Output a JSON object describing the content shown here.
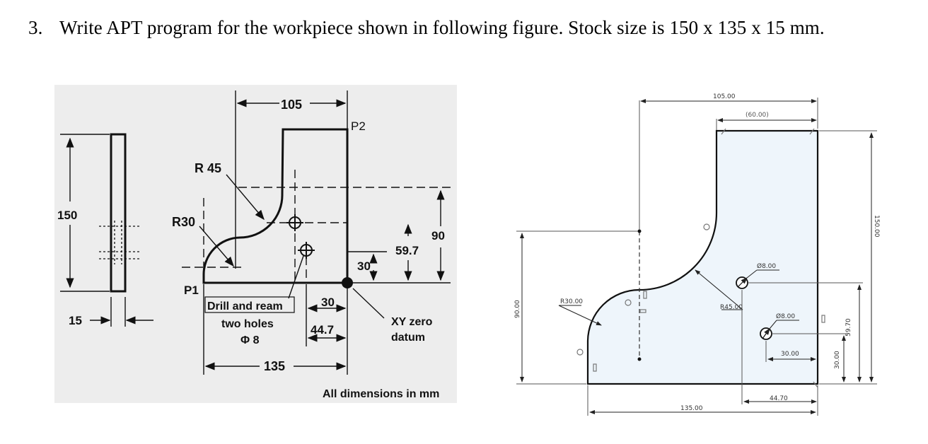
{
  "question": {
    "number": "3.",
    "text": "Write APT program for the workpiece shown in following figure. Stock size is 150 x 135 x 15 mm."
  },
  "left_figure": {
    "dim_105": "105",
    "label_p2": "P2",
    "label_r45": "R 45",
    "label_r30": "R30",
    "dim_150": "150",
    "label_p1": "P1",
    "dim_90": "90",
    "dim_59_7": "59.7",
    "dim_30": "30",
    "dim_30b": "30",
    "dim_44_7": "44.7",
    "drill_line1": "Drill and ream",
    "drill_line2": "two holes",
    "drill_line3": "Φ 8",
    "xy_line1": "XY zero",
    "xy_line2": "datum",
    "dim_15": "15",
    "dim_135": "135",
    "footer": "All dimensions in mm"
  },
  "right_figure": {
    "dim_105": "105.00",
    "dim_60": "(60.00)",
    "dim_150": "150.00",
    "dim_90": "90.00",
    "dim_r30": "R30.00",
    "dim_r45": "R45.00",
    "dim_d8a": "Ø8.00",
    "dim_d8b": "Ø8.00",
    "dim_30": "30.00",
    "dim_59_7": "59.70",
    "dim_30v": "30.00",
    "dim_44_7": "44.70",
    "dim_135": "135.00",
    "fill_color": "#eef5fb"
  }
}
